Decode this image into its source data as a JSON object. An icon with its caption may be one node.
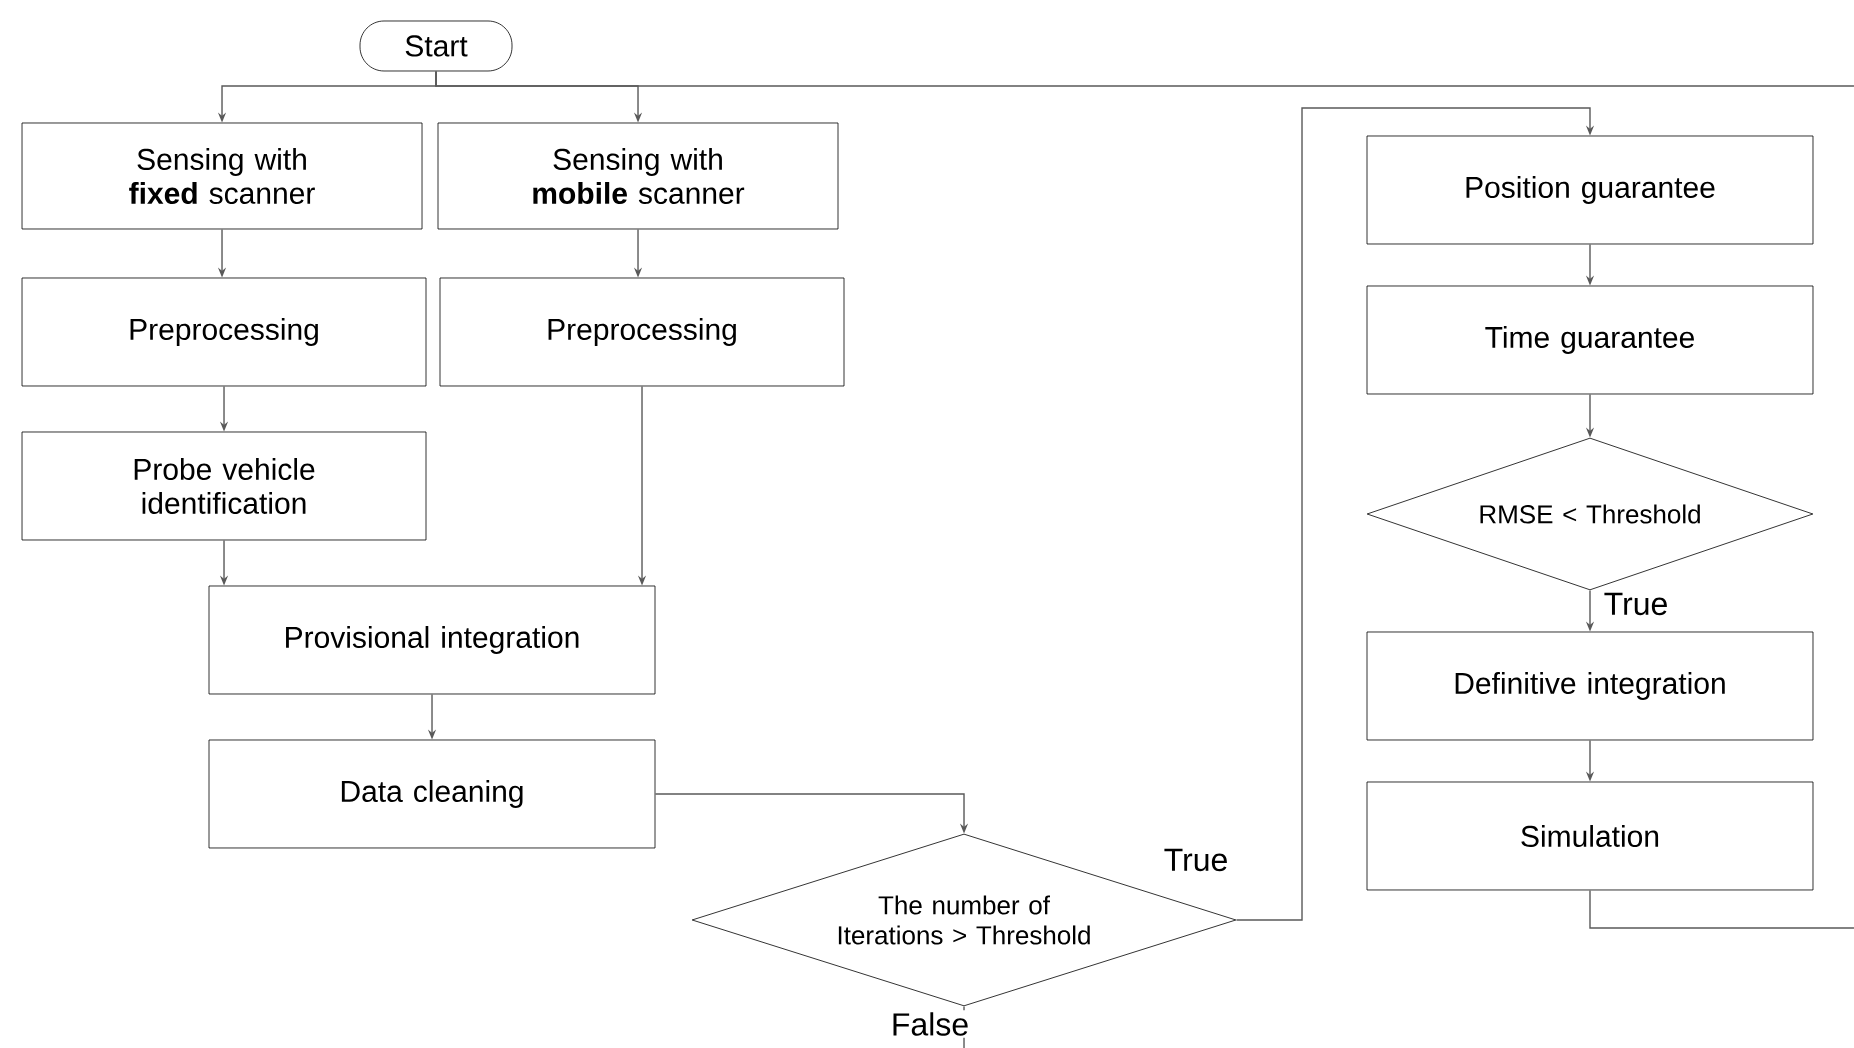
{
  "diagram": {
    "nodes": [
      {
        "text": [
          "Start"
        ]
      },
      {
        "text": [
          "Sensing with **fixed** scanner"
        ]
      },
      {
        "text": [
          "Sensing with **mobile** scanner"
        ]
      },
      {
        "text": [
          "Preprocessing"
        ]
      },
      {
        "text": [
          "Preprocessing"
        ]
      },
      {
        "text": [
          "Probe vehicle identification"
        ]
      },
      {
        "text": [
          "Provisional integration"
        ]
      },
      {
        "text": [
          "Data cleaning"
        ]
      },
      {
        "text": [
          "The number of Iterations > Threshold"
        ]
      },
      {
        "text": [
          "Position guarantee"
        ]
      },
      {
        "text": [
          "Time guarantee"
        ]
      },
      {
        "text": [
          "RMSE < Threshold"
        ]
      },
      {
        "text": [
          "Definitive integration"
        ]
      },
      {
        "text": [
          "Simulation"
        ]
      }
    ],
    "edges": [
      {
        "from": 0,
        "to": 1,
        "arrow": "to"
      },
      {
        "from": 0,
        "to": 2,
        "arrow": "to"
      },
      {
        "from": 0,
        "to": null,
        "arrow": "none"
      },
      {
        "from": 1,
        "to": 3,
        "arrow": "to"
      },
      {
        "from": 2,
        "to": 4,
        "arrow": "to"
      },
      {
        "from": 3,
        "to": 5,
        "arrow": "to"
      },
      {
        "from": 5,
        "to": 6,
        "arrow": "to"
      },
      {
        "from": 4,
        "to": 6,
        "arrow": "to"
      },
      {
        "from": 6,
        "to": 7,
        "arrow": "to"
      },
      {
        "from": 7,
        "to": 8,
        "arrow": "to"
      },
      {
        "from": 8,
        "to": 9,
        "arrow": "to",
        "label": "True"
      },
      {
        "from": 8,
        "to": null,
        "arrow": "none",
        "label": "False"
      },
      {
        "from": 9,
        "to": 10,
        "arrow": "to"
      },
      {
        "from": 10,
        "to": 11,
        "arrow": "to"
      },
      {
        "from": 11,
        "to": 12,
        "arrow": "to",
        "label": "True"
      },
      {
        "from": 12,
        "to": 13,
        "arrow": "to"
      },
      {
        "from": 13,
        "to": null,
        "arrow": "none"
      }
    ]
  }
}
